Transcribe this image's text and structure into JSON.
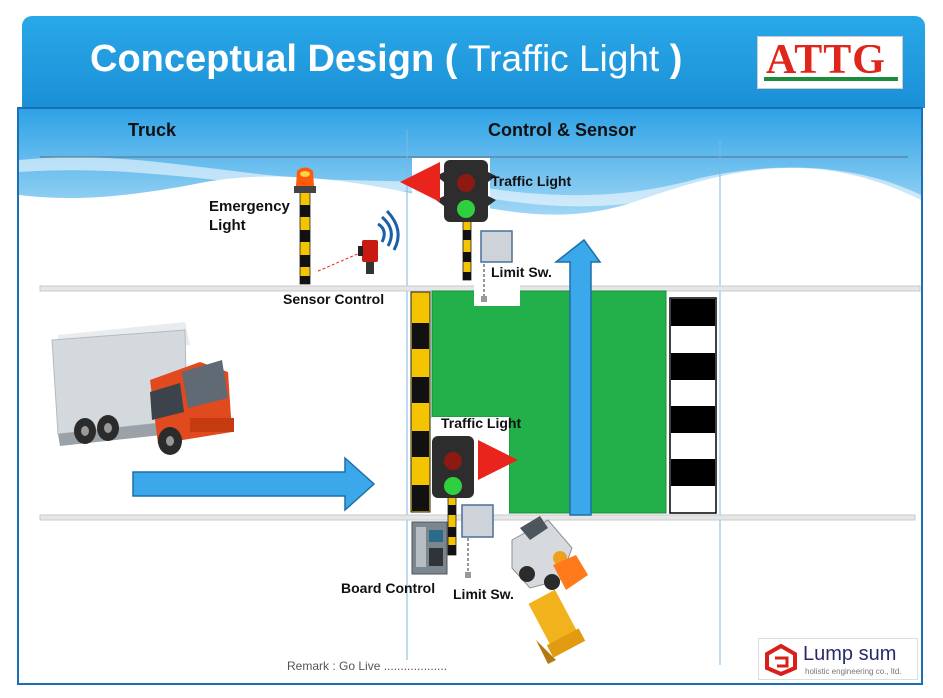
{
  "header": {
    "title_main": "Conceptual Design",
    "title_open": "(",
    "title_sub": "Traffic Light",
    "title_close": ")",
    "logo_text": "ATTG"
  },
  "columns": {
    "truck": "Truck",
    "control_sensor": "Control & Sensor"
  },
  "labels": {
    "emergency_line1": "Emergency",
    "emergency_line2": "Light",
    "sensor_control": "Sensor Control",
    "traffic_light_top": "Traffic  Light",
    "limit_sw_top": "Limit Sw.",
    "traffic_light_bottom": "Traffic  Light",
    "board_control": "Board Control",
    "limit_sw_bottom": "Limit Sw."
  },
  "footer": {
    "remark": "Remark : Go Live ..................."
  },
  "brand": {
    "name": "Lump sum",
    "tagline": "holistic engineering co., ltd."
  },
  "colors": {
    "header_blue": "#1e96dc",
    "zone_green": "#22b04a",
    "arrow_blue": "#3aa8ea",
    "signal_red": "#e8241c",
    "signal_green": "#2fd040",
    "pole_yellow": "#f5c400",
    "truck_red": "#e04a1e"
  }
}
